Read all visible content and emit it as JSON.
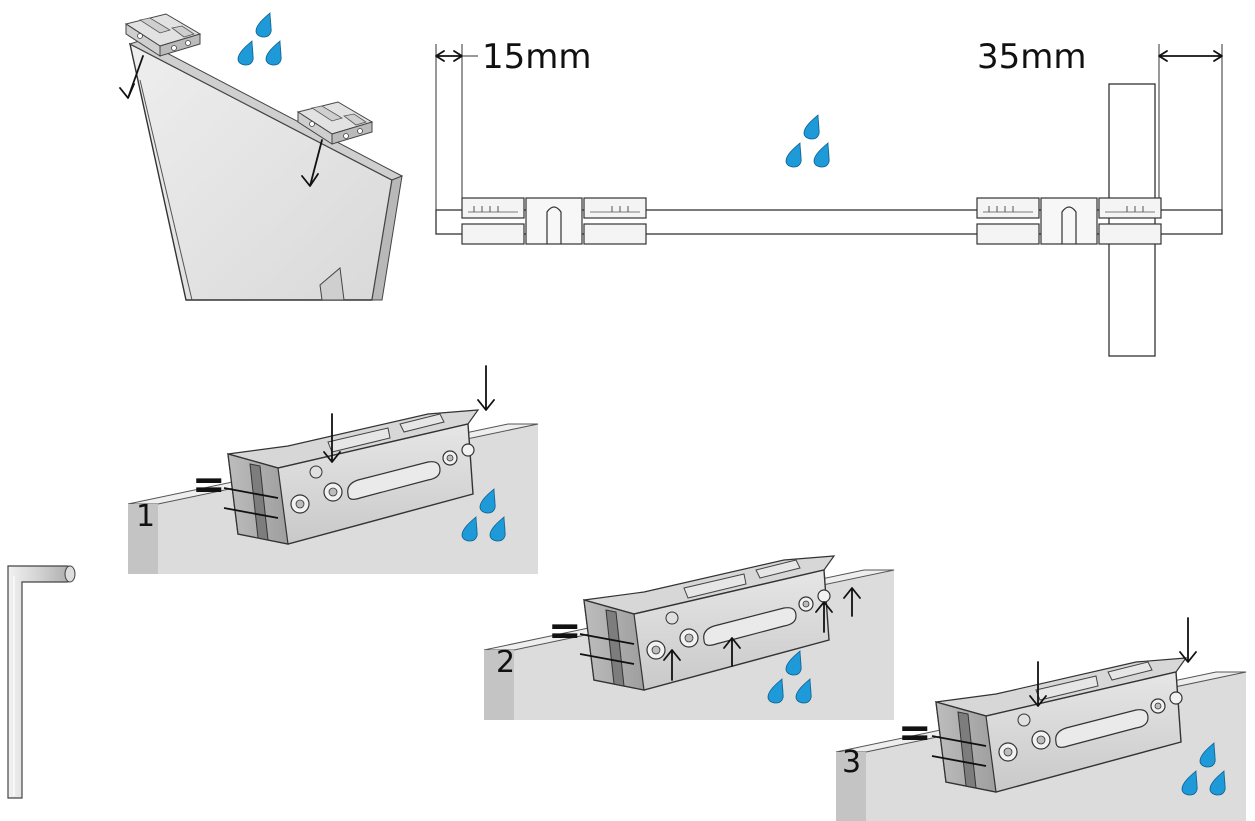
{
  "dimensions": {
    "left": "15mm",
    "right": "35mm"
  },
  "steps": {
    "one": "1",
    "two": "2",
    "three": "3"
  },
  "symbols": {
    "equals": "="
  },
  "icons": {
    "water": "water-drops-icon",
    "key": "hex-key-icon",
    "arrow": "arrow-icon"
  },
  "colors": {
    "water": "#1f9ad8"
  }
}
